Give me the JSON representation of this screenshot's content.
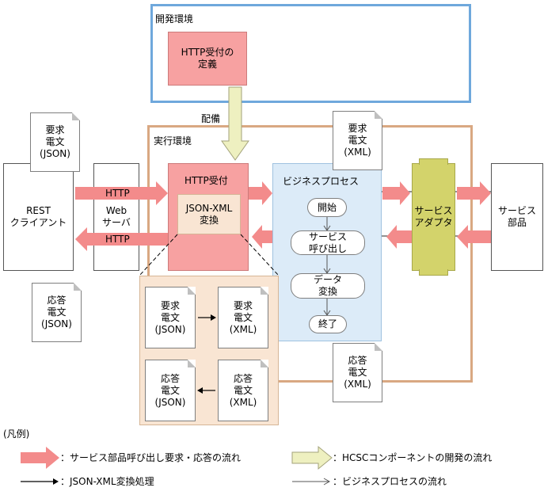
{
  "dev_env": {
    "label": "開発環境",
    "http_def": "HTTP受付の\n定義"
  },
  "deploy_label": "配備",
  "exec_env": {
    "label": "実行環境"
  },
  "rest_client": "REST\nクライアント",
  "web_server": "Web\nサーバ",
  "http_top": "HTTP",
  "http_bottom": "HTTP",
  "http_reception": "HTTP受付",
  "json_xml_convert": "JSON-XML\n変換",
  "business_process": {
    "title": "ビジネスプロセス",
    "start": "開始",
    "service_call": "サービス\n呼び出し",
    "data_convert": "データ\n変換",
    "end": "終了"
  },
  "service_adapter": "サービス\nアダプタ",
  "service_component": "サービス\n部品",
  "docs": {
    "req_json_top": "要求\n電文\n(JSON)",
    "res_json_left": "応答\n電文\n(JSON)",
    "req_xml_top": "要求\n電文\n(XML)",
    "res_xml_bottom": "応答\n電文\n(XML)",
    "detail_req_json": "要求\n電文\n(JSON)",
    "detail_req_xml": "要求\n電文\n(XML)",
    "detail_res_json": "応答\n電文\n(JSON)",
    "detail_res_xml": "応答\n電文\n(XML)"
  },
  "legend": {
    "title": "(凡例)",
    "pink_arrow": "：サービス部品呼び出し要求・応答の流れ",
    "yellow_arrow": "：HCSCコンポーネントの開発の流れ",
    "black_arrow": "：JSON-XML変換処理",
    "open_arrow": "：ビジネスプロセスの流れ"
  },
  "colors": {
    "dev_border": "#5b9bd5",
    "exec_border": "#c8956a",
    "pink_box": "#f7a1a1",
    "pink_arrow": "#f38b8b",
    "peach": "#f9e5d3",
    "light_blue": "#dcebf8",
    "olive": "#d3d36b",
    "yellow_arrow": "#eef0c0"
  }
}
